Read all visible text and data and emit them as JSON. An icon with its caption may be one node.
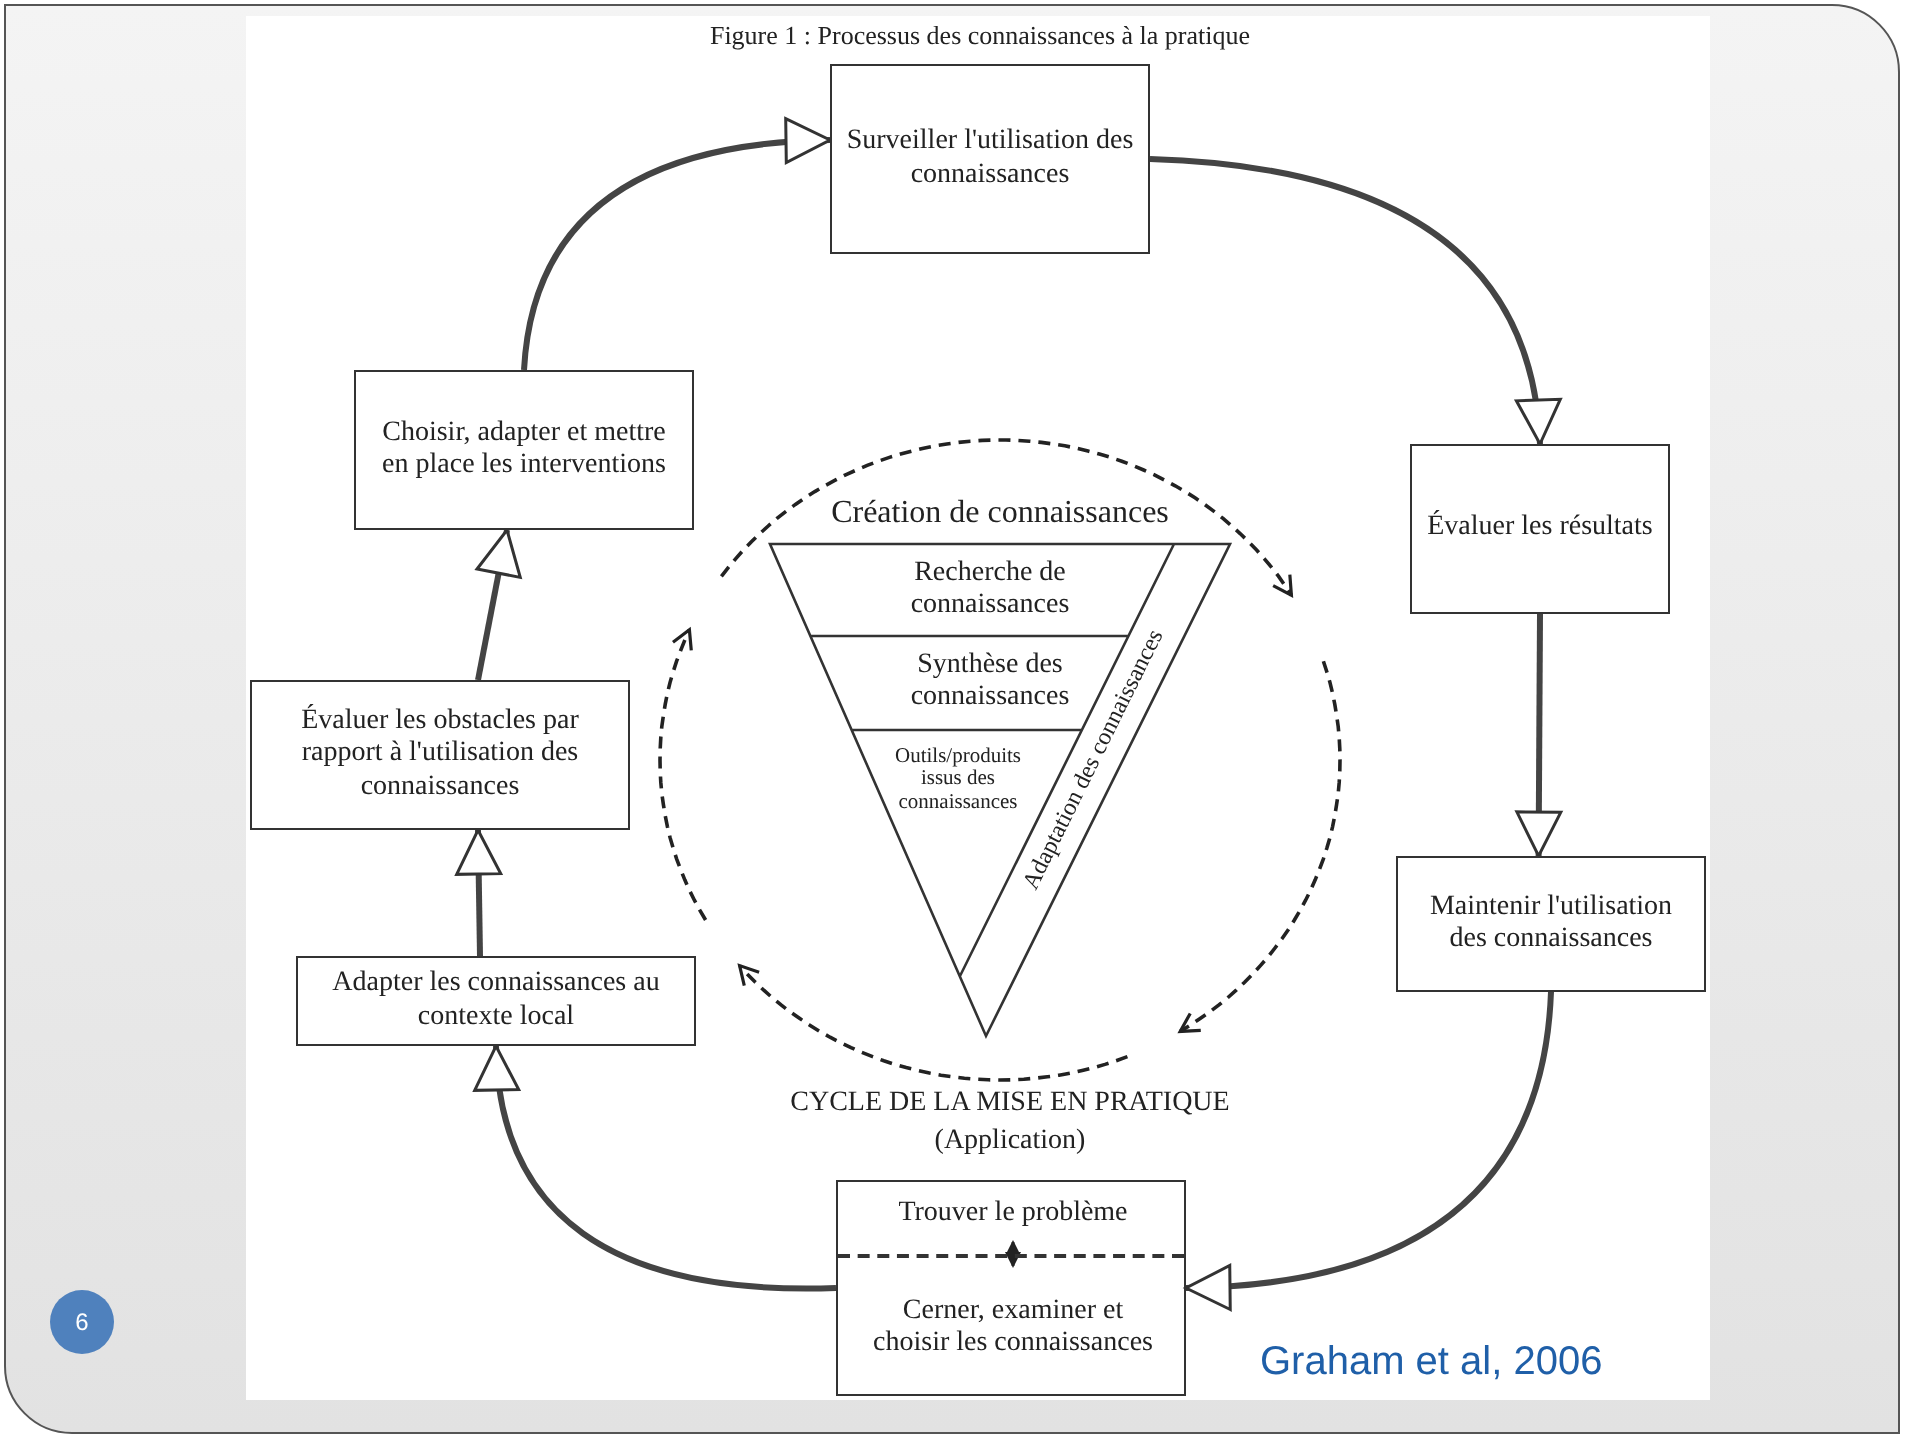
{
  "diagram": {
    "title": "Figure 1 : Processus des connaissances à la pratique",
    "nodes": [
      {
        "text": [
          "Surveiller l'utilisation des connaissances"
        ]
      },
      {
        "text": [
          "Choisir, adapter et mettre en place les interventions"
        ]
      },
      {
        "text": [
          "Évaluer les résultats"
        ]
      },
      {
        "text": [
          "Création de connaissances"
        ]
      },
      {
        "text": [
          "Recherche de connaissances"
        ],
        "in": 3
      },
      {
        "text": [
          "Synthèse des connaissances"
        ],
        "in": 3
      },
      {
        "text": [
          "Outils/produits issus des connaissances"
        ],
        "in": 3
      },
      {
        "text": [
          "Adaptation des connaissances"
        ],
        "in": 3
      },
      {
        "text": [
          "Évaluer les obstacles par rapport à l'utilisation des connaissances"
        ]
      },
      {
        "text": [
          "Maintenir l'utilisation des connaissances"
        ]
      },
      {
        "text": [
          "Adapter les connaissances au contexte local"
        ]
      },
      {
        "text": [],
        "shape": "box"
      },
      {
        "text": [
          "Trouver le problème"
        ],
        "in": 11
      },
      {
        "text": [
          "Cerner, examiner et choisir les connaissances"
        ],
        "in": 11
      }
    ],
    "edges": [
      {
        "from": 1,
        "to": 0,
        "arrow": "to"
      },
      {
        "from": 0,
        "to": 2,
        "arrow": "to"
      },
      {
        "from": 2,
        "to": 9,
        "arrow": "to"
      },
      {
        "from": 9,
        "to": 11,
        "arrow": "to"
      },
      {
        "from": 11,
        "to": 10,
        "arrow": "to"
      },
      {
        "from": 10,
        "to": 8,
        "arrow": "to"
      },
      {
        "from": 8,
        "to": 1,
        "arrow": "to"
      },
      {
        "from": 12,
        "to": 13,
        "arrow": "both"
      }
    ],
    "labels": [
      "CYCLE DE LA MISE EN PRATIQUE",
      "(Application)",
      "Graham et al, 2006",
      "6"
    ]
  }
}
